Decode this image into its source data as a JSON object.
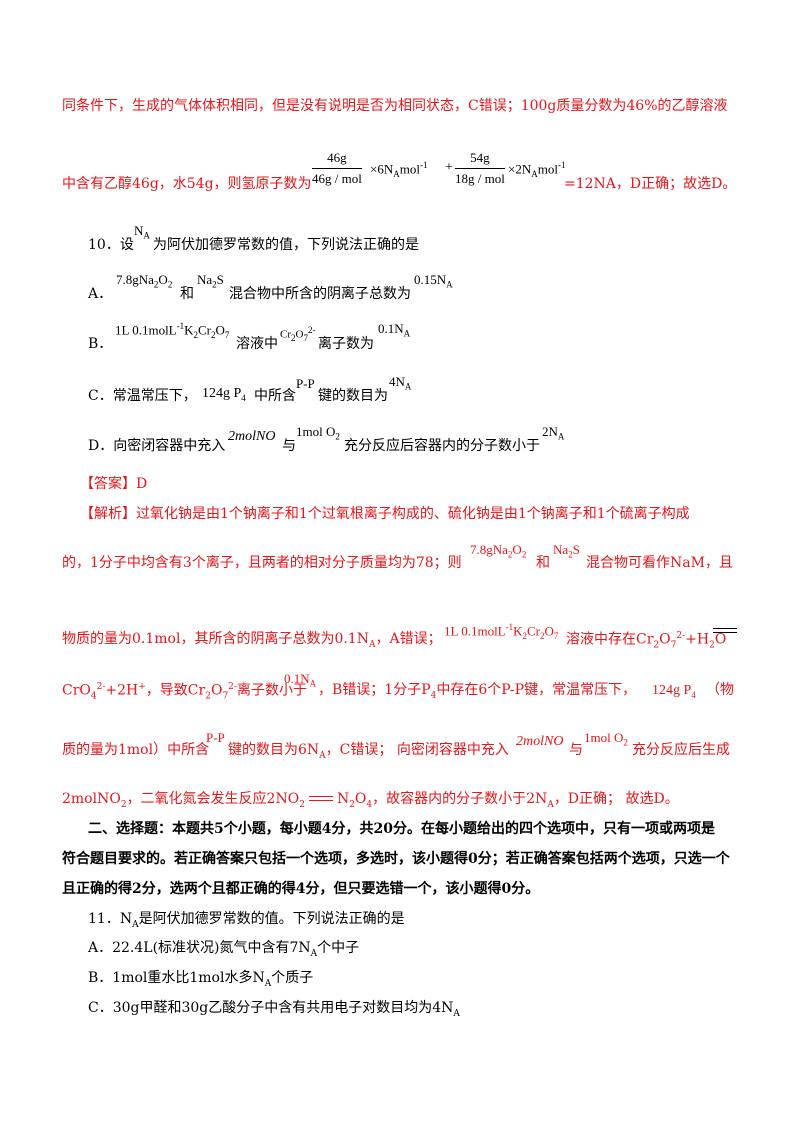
{
  "lines": {
    "l1": "同条件下，生成的气体体积相同，但是没有说明是否为相同状态，C错误；100g质量分数为46%的乙醇溶液",
    "l2a": "中含有乙醇46g，水54g，则氢原子数为",
    "l2b": "=12NA，D正确；故选D。",
    "frac1_num": "46g",
    "frac1_den": "46g / mol",
    "frac1_tail": "×6N",
    "frac2_num": "54g",
    "frac2_den": "18g / mol",
    "frac2_tail": "×2N",
    "q10_a": "10．设",
    "q10_b": "为阿伏加德罗常数的值，下列说法正确的是",
    "optA_1": "A．",
    "optA_2": "7.8gNa",
    "optA_3": "和",
    "optA_4": "Na",
    "optA_5": "混合物中所含的阴离子总数为",
    "optA_6": "0.15N",
    "optB_1": "B．",
    "optB_2": "1L 0.1molL",
    "optB_3": "K",
    "optB_4": "溶液中",
    "optB_5": "离子数为",
    "optB_6": "0.1N",
    "optC_1": "C．常温常压下，",
    "optC_2": "124g  P",
    "optC_3": "中所含",
    "optC_4": "P-P",
    "optC_5": "键的数目为",
    "optC_6": "4N",
    "optD_1": "D．向密闭容器中充入",
    "optD_2": "2molNO",
    "optD_3": "与",
    "optD_4": "1mol O",
    "optD_5": "充分反应后容器内的分子数小于",
    "optD_6": "2N",
    "ans": "【答案】D",
    "exp1": "【解析】过氧化钠是由1个钠离子和1个过氧根离子构成的、硫化钠是由1个钠离子和1个硫离子构成",
    "exp2a": "的，1分子中均含有3个离子，且两者的相对分子质量均为78；则",
    "exp2b": "和",
    "exp2c": "混合物可看作NaM，且",
    "exp3a": "物质的量为0.1mol，其所含的阴离子总数为0.1N",
    "exp3b": "，A错误；",
    "exp3c": "溶液中存在Cr",
    "exp3d": "+H",
    "exp3e": "O",
    "exp4a": "CrO",
    "exp4b": "+2H",
    "exp4c": "，导致Cr",
    "exp4d": "离子数小于",
    "exp4e": "，B错误；1分子P",
    "exp4f": "中存在6个P-P键，常温常压下，",
    "exp4g": "（物",
    "exp5a": "质的量为1mol）中所含",
    "exp5b": "键的数目为6N",
    "exp5c": "，C错误；  向密闭容器中充入",
    "exp5d": "与",
    "exp5e": "充分反应后生成",
    "exp6a": "2molNO",
    "exp6b": "，二氧化氮会发生反应2NO",
    "exp6c": "N",
    "exp6d": "O",
    "exp6e": "，故容器内的分子数小于2N",
    "exp6f": "，D正确；  故选D。",
    "sec2_1": "二、选择题：本题共5个小题，每小题4分，共20分。在每小题给出的四个选项中，只有一项或两项是",
    "sec2_2": "符合题目要求的。若正确答案只包括一个选项，多选时，该小题得0分；若正确答案包括两个选项，只选一个",
    "sec2_3": "且正确的得2分，选两个且都正确的得4分，但只要选错一个，该小题得0分。",
    "q11_1": "11．N",
    "q11_2": "是阿伏加德罗常数的值。下列说法正确的是",
    "q11A_1": "A．22.4L(标准状况)氮气中含有7N",
    "q11A_2": "个中子",
    "q11B_1": "B．1mol重水比1mol水多N",
    "q11B_2": "个质子",
    "q11C_1": "C．30g甲醛和30g乙酸分子中含有共用电子对数目均为4N"
  },
  "sym": {
    "NA": "N",
    "A": "A",
    "two": "2",
    "four": "4",
    "seven": "7",
    "minus1": "-1",
    "mol": "mol",
    "cr2o7": "Cr",
    "o": "O",
    "charge2m": "2-",
    "plus": "+",
    "plus_sign": "+",
    "caret": "ˉ"
  }
}
